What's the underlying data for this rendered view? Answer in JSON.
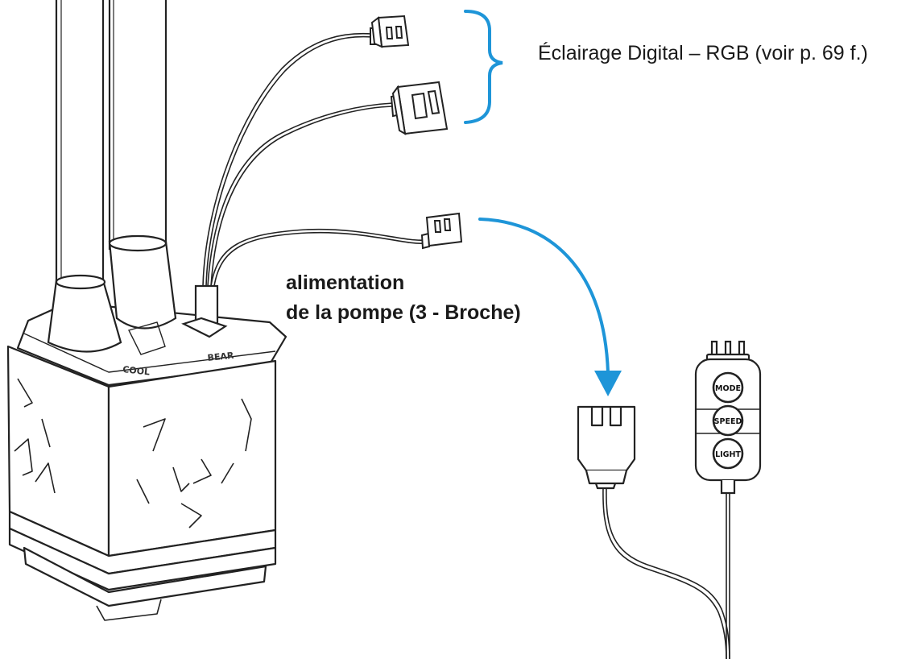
{
  "labels": {
    "rgb": "Éclairage Digital – RGB (voir p. 69 f.)",
    "pump_line1": "alimentation",
    "pump_line2": "de la pompe (3 - Broche)"
  },
  "controller_buttons": [
    "MODE",
    "SPEED",
    "LIGHT"
  ],
  "pump_brand": {
    "left": "COOL",
    "right": "BEAR"
  },
  "colors": {
    "accent": "#1e95d8",
    "line": "#222222"
  },
  "icons": [
    "bracket-icon",
    "arrow-icon"
  ]
}
